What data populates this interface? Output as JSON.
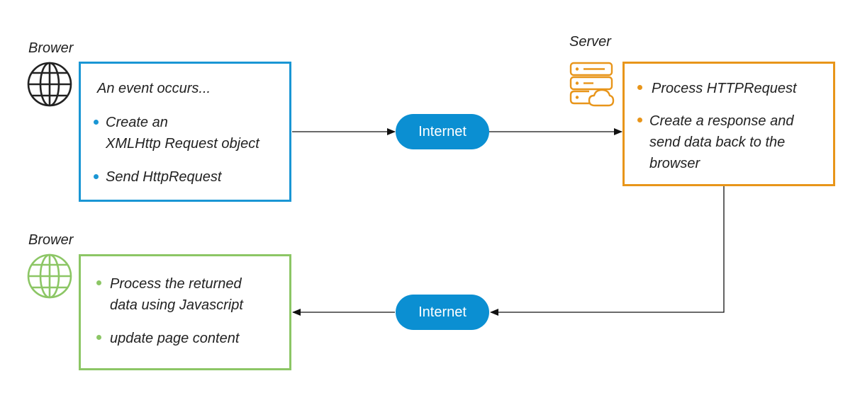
{
  "top_browser": {
    "label": "Brower",
    "intro": "An event occurs...",
    "items": [
      {
        "lines": [
          "Create an",
          "XMLHttp Request object"
        ]
      },
      {
        "lines": [
          "Send HttpRequest"
        ]
      }
    ]
  },
  "server": {
    "label": "Server",
    "items": [
      {
        "lines": [
          "Process HTTPRequest"
        ]
      },
      {
        "lines": [
          "Create a response and",
          "send data back to the",
          "browser"
        ]
      }
    ]
  },
  "bottom_browser": {
    "label": "Brower",
    "items": [
      {
        "lines": [
          "Process the returned",
          "data using Javascript"
        ]
      },
      {
        "lines": [
          "update page content"
        ]
      }
    ]
  },
  "internet_top": "Internet",
  "internet_bottom": "Internet",
  "icons": {
    "top_browser": "globe-icon",
    "server": "server-cloud-icon",
    "bottom_browser": "globe-icon"
  },
  "colors": {
    "blue": "#1a96d4",
    "orange": "#e8951a",
    "green": "#8cc665",
    "pill": "#0b8fd2",
    "icon_dark": "#222222"
  }
}
